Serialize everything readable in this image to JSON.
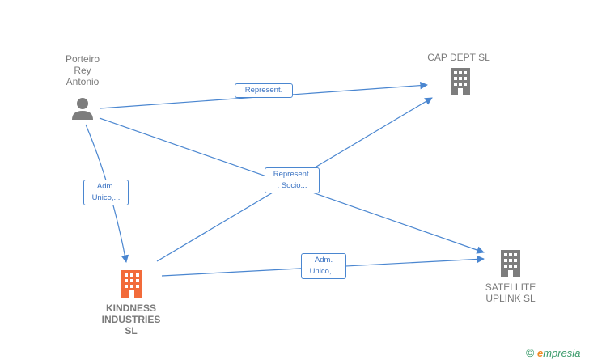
{
  "nodes": {
    "person": {
      "label": "Porteiro\nRey\nAntonio"
    },
    "cap": {
      "label": "CAP DEPT  SL"
    },
    "kindness": {
      "label": "KINDNESS\nINDUSTRIES\nSL"
    },
    "satellite": {
      "label": "SATELLITE\nUPLINK  SL"
    }
  },
  "edges": {
    "person_cap": "Represent.",
    "person_kindness": "Adm.\nUnico,...",
    "center": "Represent.\n, Socio...",
    "kindness_satellite": "Adm.\nUnico,..."
  },
  "brand": {
    "symbol": "©",
    "e": "e",
    "rest": "mpresia"
  },
  "colors": {
    "edge": "#4a86d0",
    "node_gray": "#8a8a8a",
    "node_main": "#f26b3a"
  }
}
